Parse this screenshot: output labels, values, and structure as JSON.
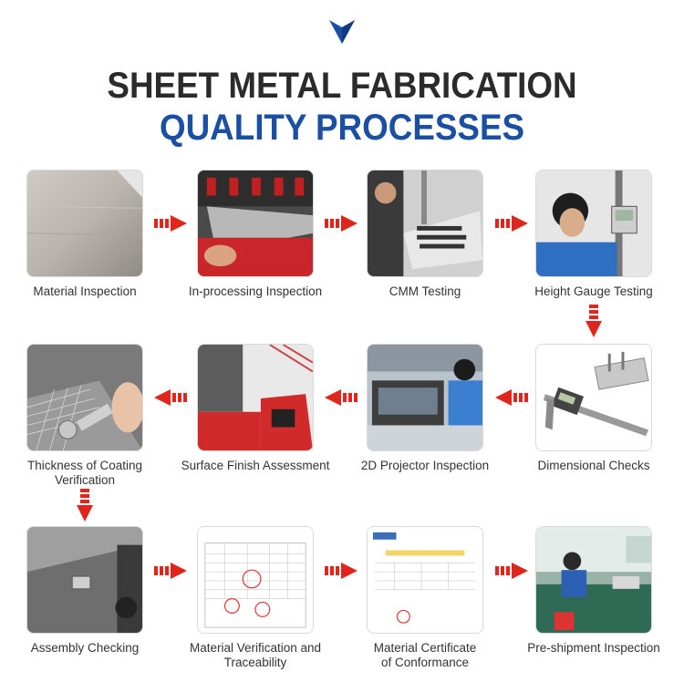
{
  "title": {
    "line1": "SHEET METAL FABRICATION",
    "line2": "QUALITY PROCESSES"
  },
  "colors": {
    "title_dark": "#2b2b2b",
    "title_blue": "#1a4fa3",
    "arrow_red": "#e0261c",
    "logo_blue": "#1a4fa3"
  },
  "steps": [
    {
      "label": "Material Inspection"
    },
    {
      "label": "In-processing Inspection"
    },
    {
      "label": "CMM Testing"
    },
    {
      "label": "Height Gauge Testing"
    },
    {
      "label": "Dimensional Checks"
    },
    {
      "label": "2D Projector Inspection"
    },
    {
      "label": "Surface Finish Assessment"
    },
    {
      "label_line1": "Thickness of Coating",
      "label_line2": "Verification"
    },
    {
      "label": "Assembly Checking"
    },
    {
      "label_line1": "Material Verification and",
      "label_line2": "Traceability"
    },
    {
      "label_line1": "Material Certificate",
      "label_line2": "of Conformance"
    },
    {
      "label": "Pre-shipment Inspection"
    }
  ]
}
